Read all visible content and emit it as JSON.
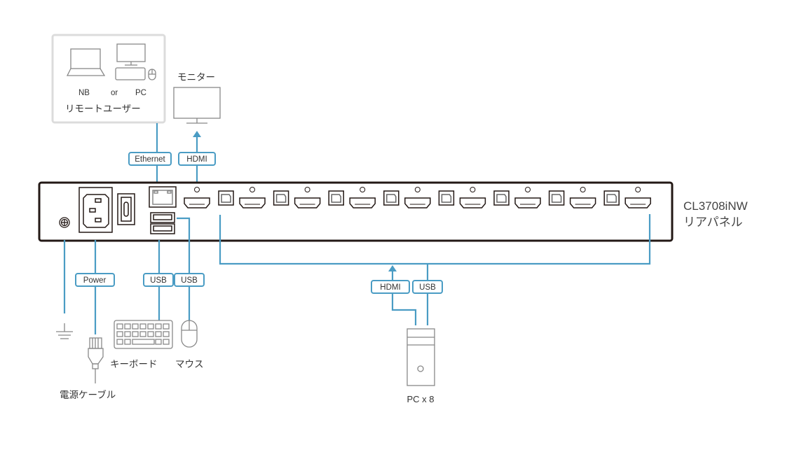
{
  "device": {
    "model": "CL3708iNW",
    "panel_label": "リアパネル"
  },
  "remote_user": {
    "nb_label": "NB",
    "or_label": "or",
    "pc_label": "PC",
    "caption": "リモートユーザー"
  },
  "monitor": {
    "label": "モニター"
  },
  "cable_tags": {
    "ethernet": "Ethernet",
    "hdmi_top": "HDMI",
    "power": "Power",
    "usb_kb": "USB",
    "usb_mouse": "USB",
    "hdmi_pc": "HDMI",
    "usb_pc": "USB"
  },
  "peripherals": {
    "keyboard": "キーボード",
    "mouse": "マウス",
    "power_cable": "電源ケーブル",
    "pcs": "PC x 8"
  },
  "kvm_ports": {
    "count": 8
  },
  "colors": {
    "cable": "#4a9cc4",
    "panel_border": "#231815",
    "icon_stroke": "#888888",
    "remote_box": "#dddddd"
  }
}
